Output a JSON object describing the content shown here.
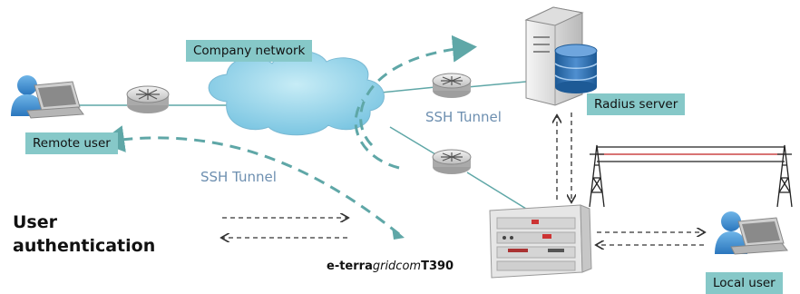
{
  "labels": {
    "company_network": "Company network",
    "radius_server": "Radius server",
    "remote_user": "Remote user",
    "local_user": "Local user"
  },
  "tunnels": {
    "upper": "SSH Tunnel",
    "lower": "SSH Tunnel"
  },
  "title": {
    "line1": "User",
    "line2": "authentication"
  },
  "device": {
    "prefix": "e-terra",
    "middle": "gridcom",
    "suffix": "T390"
  },
  "colors": {
    "label_bg": "#86c8c8",
    "tunnel": "#5fa7a7",
    "tunnel_text": "#6d8fb0",
    "cloud": "#8fd0e6",
    "power_line_red": "#c02020"
  },
  "icons": [
    "remote-user-icon",
    "router-icon",
    "cloud-icon",
    "server-icon",
    "database-icon",
    "device-rack-icon",
    "transmission-tower-icon",
    "local-user-icon"
  ]
}
